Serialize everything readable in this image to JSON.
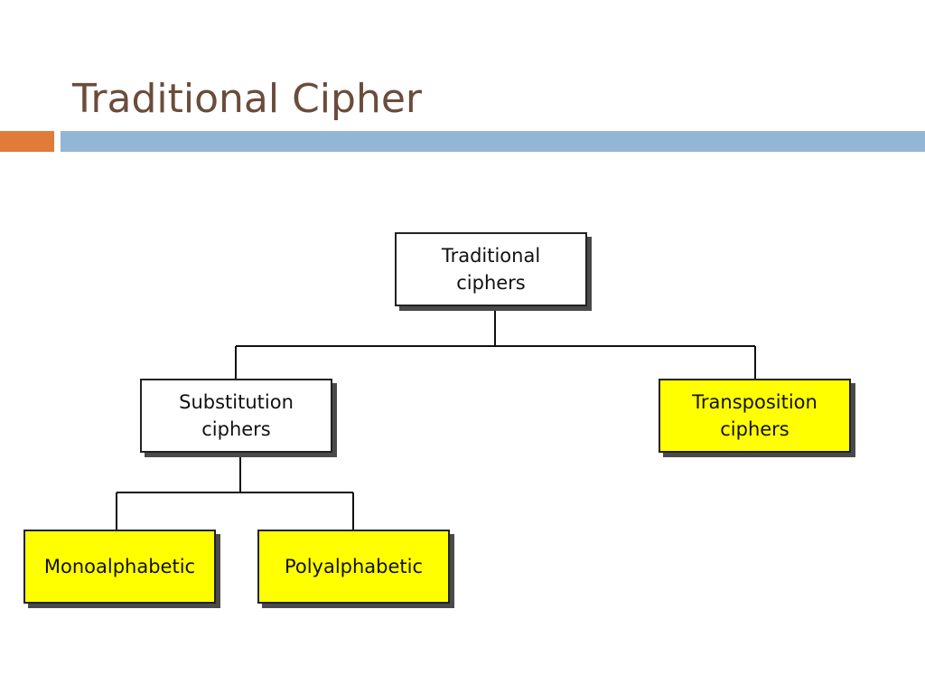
{
  "slide": {
    "title": "Traditional Cipher"
  },
  "colors": {
    "title": "#6b4c3b",
    "accent_orange": "#e07b39",
    "accent_blue": "#93b6d6",
    "node_default": "#ffffff",
    "node_highlight": "#ffff00"
  },
  "diagram": {
    "root": {
      "label": "Traditional\nciphers",
      "fill": "white"
    },
    "substitution": {
      "label": "Substitution\nciphers",
      "fill": "white"
    },
    "transposition": {
      "label": "Transposition\nciphers",
      "fill": "yellow"
    },
    "monoalphabetic": {
      "label": "Monoalphabetic",
      "fill": "yellow"
    },
    "polyalphabetic": {
      "label": "Polyalphabetic",
      "fill": "yellow"
    }
  }
}
